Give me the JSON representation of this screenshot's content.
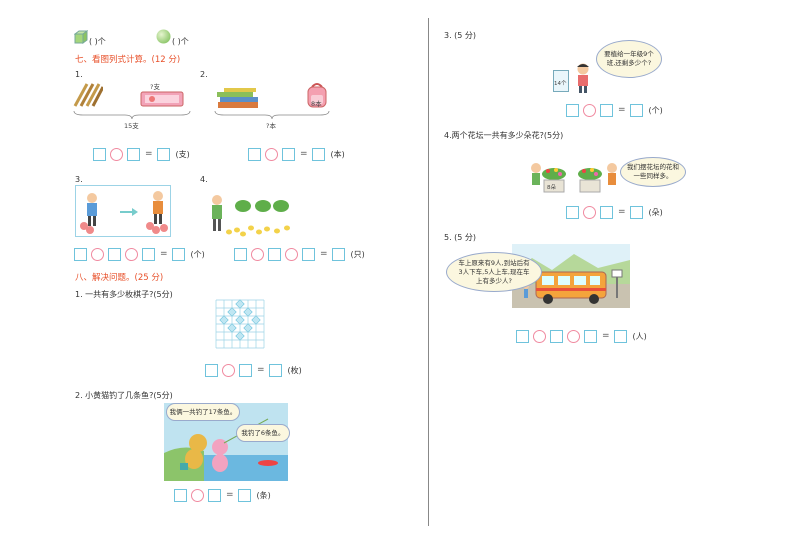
{
  "top": {
    "cube_blank": "(     )个",
    "ball_blank": "(     )个"
  },
  "section7": {
    "title": "七、看图列式计算。(12 分)",
    "q1": {
      "num": "1.",
      "label_unknown": "?支",
      "label_total": "15支",
      "unit": "(支)"
    },
    "q2": {
      "num": "2.",
      "label_unknown": "?本",
      "label_bag": "8本",
      "unit": "(本)"
    },
    "q3": {
      "num": "3.",
      "unit": "(个)"
    },
    "q4": {
      "num": "4.",
      "unit": "(只)"
    }
  },
  "section8": {
    "title": "八、解决问题。(25 分)",
    "q1": {
      "text": "1. 一共有多少枚棋子?(5分)",
      "unit": "(枚)"
    },
    "q2": {
      "text": "2. 小黄猫钓了几条鱼?(5分)",
      "bubble_a": "我俩一共钓了17条鱼。",
      "bubble_b": "我钓了6条鱼。",
      "unit": "(条)"
    }
  },
  "right": {
    "q3": {
      "text": "3. (5 分)",
      "bubble": "要植给一年级9个班,还剩多少个?",
      "box_label": "14个",
      "unit": "(个)"
    },
    "q4": {
      "text": "4.两个花坛一共有多少朵花?(5分)",
      "bubble": "我们摆花坛的花和一些同样多。",
      "label": "8朵",
      "unit": "(朵)"
    },
    "q5": {
      "text": "5. (5 分)",
      "bubble": "车上原来有9人,到站后有3人下车,5人上车,现在车上有多少人?",
      "unit": "(人)"
    }
  }
}
